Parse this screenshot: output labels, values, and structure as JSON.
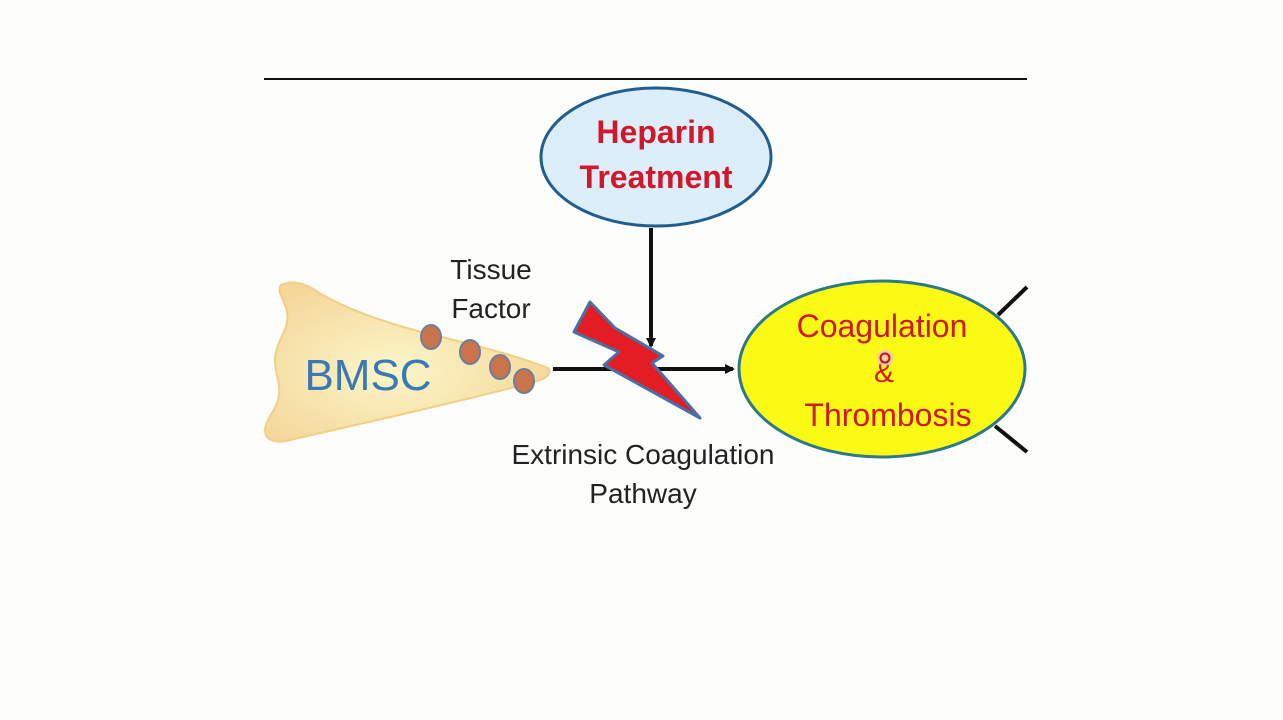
{
  "diagram": {
    "heparin": {
      "line1": "Heparin",
      "line2": "Treatment"
    },
    "cell": {
      "label": "BMSC"
    },
    "tissue_factor": {
      "line1": "Tissue",
      "line2": "Factor"
    },
    "pathway": {
      "line1": "Extrinsic Coagulation",
      "line2": "Pathway"
    },
    "outcome": {
      "line1": "Coagulation",
      "line2": "&",
      "line3": "Thrombosis"
    }
  },
  "colors": {
    "heparin_fill": "#dbeefa",
    "heparin_stroke": "#1f5e8f",
    "heparin_text": "#d0182a",
    "cell_fill": "#f7dca6",
    "cell_label": "#3a79b8",
    "tf_dot": "#c9744a",
    "bolt_fill": "#e41d25",
    "bolt_stroke": "#4a6fa5",
    "outcome_fill": "#fafa14",
    "outcome_stroke": "#2a7a8a",
    "outcome_text": "#d0182a",
    "line": "#111111"
  }
}
